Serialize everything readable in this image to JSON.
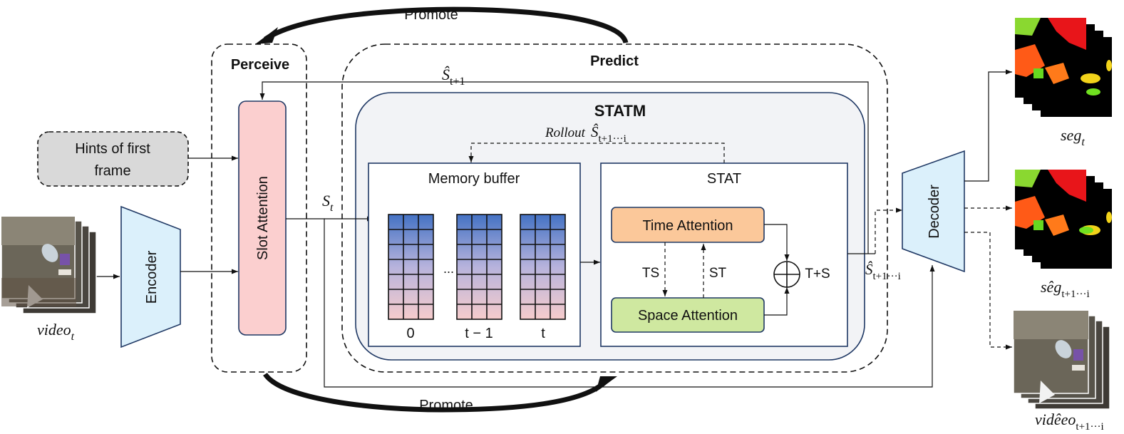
{
  "labels": {
    "promote_top": "Promote",
    "promote_bottom": "Promote",
    "perceive": "Perceive",
    "predict": "Predict",
    "statm": "STATM",
    "hints_line1": "Hints of first",
    "hints_line2": "frame",
    "slot_attention": "Slot Attention",
    "encoder": "Encoder",
    "decoder": "Decoder",
    "memory_buffer": "Memory buffer",
    "stat": "STAT",
    "time_attention": "Time Attention",
    "space_attention": "Space Attention",
    "ts": "TS",
    "st": "ST",
    "t_plus_s": "T+S",
    "ellipsis": "...",
    "buffer_label_0": "0",
    "buffer_label_t_minus_1": "t − 1",
    "buffer_label_t": "t"
  },
  "math": {
    "s_hat_t_plus_1": {
      "base": "Ŝ",
      "sub": "t+1"
    },
    "s_t": {
      "base": "S",
      "sub": "t"
    },
    "rollout": {
      "word": "Rollout",
      "base": "Ŝ",
      "sub": "t+1···i"
    },
    "s_hat_out": {
      "base": "Ŝ",
      "sub": "t+1···i"
    },
    "video_t": {
      "base": "video",
      "sub": "t"
    },
    "seg_t": {
      "base": "seg",
      "sub": "t"
    },
    "seg_hat": {
      "base": "sêg",
      "sub": "t+1···i"
    },
    "video_hat": {
      "base": "vidêeo",
      "sub": "t+1···i"
    }
  },
  "colors": {
    "slot_attention_fill": "#fbcfcf",
    "encoder_fill": "#dbf0fb",
    "hints_fill": "#d9d9d9",
    "statm_fill": "#f2f3f6",
    "time_attention_fill": "#fbc89a",
    "space_attention_fill": "#cfe8a0",
    "buffer_top": "#4472c4",
    "buffer_bottom": "#f4cccc",
    "stroke_blue": "#1f3864"
  },
  "icons": [
    "video-frames-stack",
    "segmentation-mask-stack",
    "oplus-sum-icon"
  ]
}
